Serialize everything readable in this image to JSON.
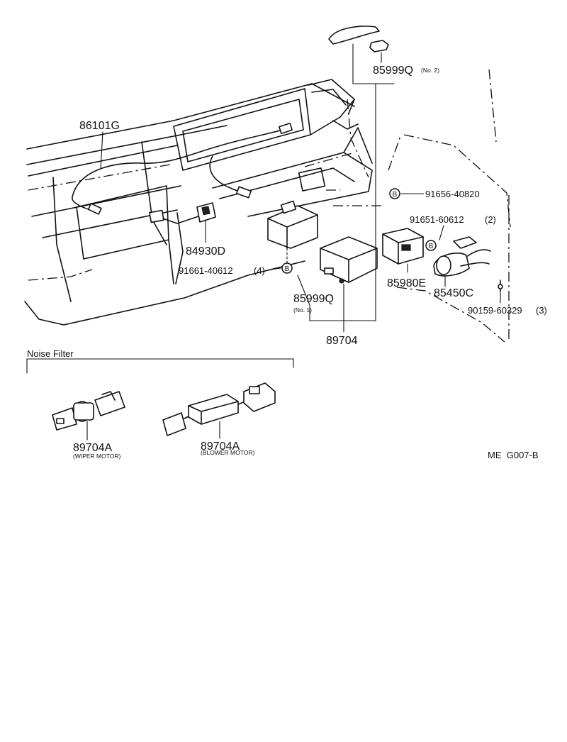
{
  "callouts": {
    "part_86101G": "86101G",
    "part_84930D": "84930D",
    "part_85999Q_no2": "85999Q",
    "part_85999Q_no2_qualifier": "(No. 2)",
    "part_91656_40820": "91656-40820",
    "part_91651_60612": "91651-60612",
    "part_91651_60612_qty": "(2)",
    "part_91661_40612": "91661-40612",
    "part_91661_40612_qty": "(4)",
    "part_85980E": "85980E",
    "part_85450C": "85450C",
    "part_85999Q_no1": "85999Q",
    "part_85999Q_no1_qualifier": "(No. 1)",
    "part_90159_60329": "90159-60329",
    "part_90159_60329_qty": "(3)",
    "part_89704": "89704",
    "bolt_marker": "B"
  },
  "noise_filter": {
    "title": "Noise Filter",
    "wiper_part": "89704A",
    "wiper_caption": "(WIPER MOTOR)",
    "blower_part": "89704A",
    "blower_caption": "(BLOWER MOTOR)"
  },
  "diagram_code": "ME  G007-B"
}
